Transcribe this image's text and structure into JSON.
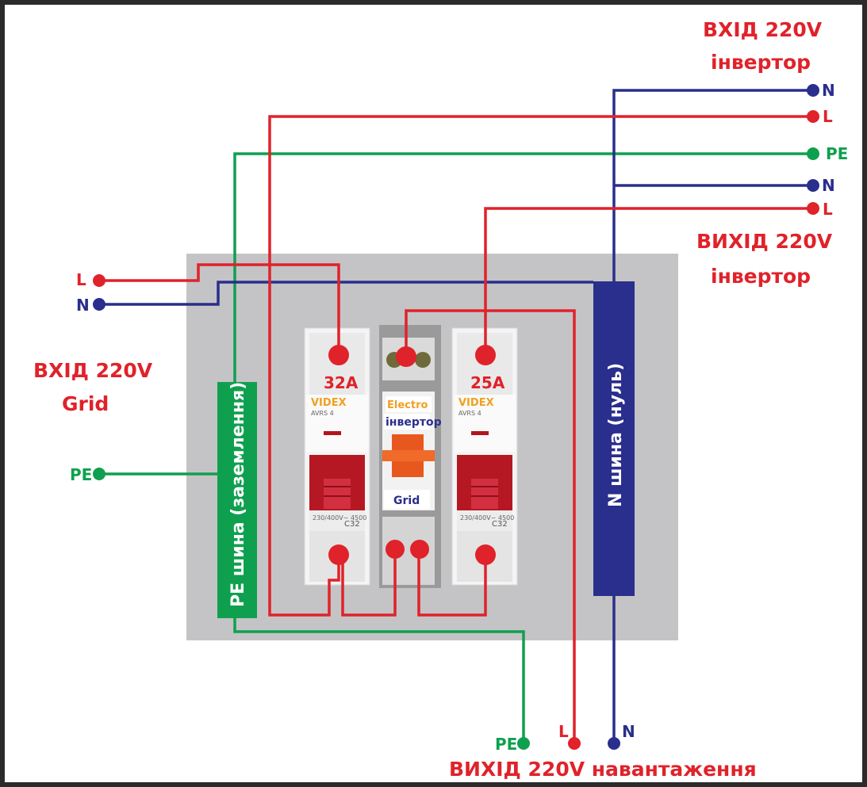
{
  "titles": {
    "inverter_input_line1": "ВХІД 220V",
    "inverter_input_line2": "інвертор",
    "inverter_output_line1": "ВИХІД 220V",
    "inverter_output_line2": "інвертор",
    "grid_input_line1": "ВХІД 220V",
    "grid_input_line2": "Grid",
    "load_output": "ВИХІД 220V навантаження"
  },
  "terminals": {
    "inv_in_n": "N",
    "inv_in_l": "L",
    "inv_pe": "PE",
    "inv_out_n": "N",
    "inv_out_l": "L",
    "grid_l": "L",
    "grid_n": "N",
    "grid_pe": "PE",
    "load_pe": "PE",
    "load_l": "L",
    "load_n": "N"
  },
  "buses": {
    "pe_bus": "PE шина (заземлення)",
    "n_bus": "N шина (нуль)"
  },
  "breakers": {
    "left": {
      "rating": "32A",
      "brand": "VIDEX",
      "model": "AVRS 4",
      "spec": "230/400V~ 4500",
      "curve": "C32"
    },
    "right": {
      "rating": "25A",
      "brand": "VIDEX",
      "model": "AVRS 4",
      "spec": "230/400V~ 4500",
      "curve": "C32"
    }
  },
  "changeover": {
    "brand": "Electro",
    "top_label": "інвертор",
    "bottom_label": "Grid"
  },
  "colors": {
    "live": "#e0222a",
    "neutral": "#2a2e8c",
    "earth": "#0fa04f",
    "panel": "#c4c4c6"
  }
}
